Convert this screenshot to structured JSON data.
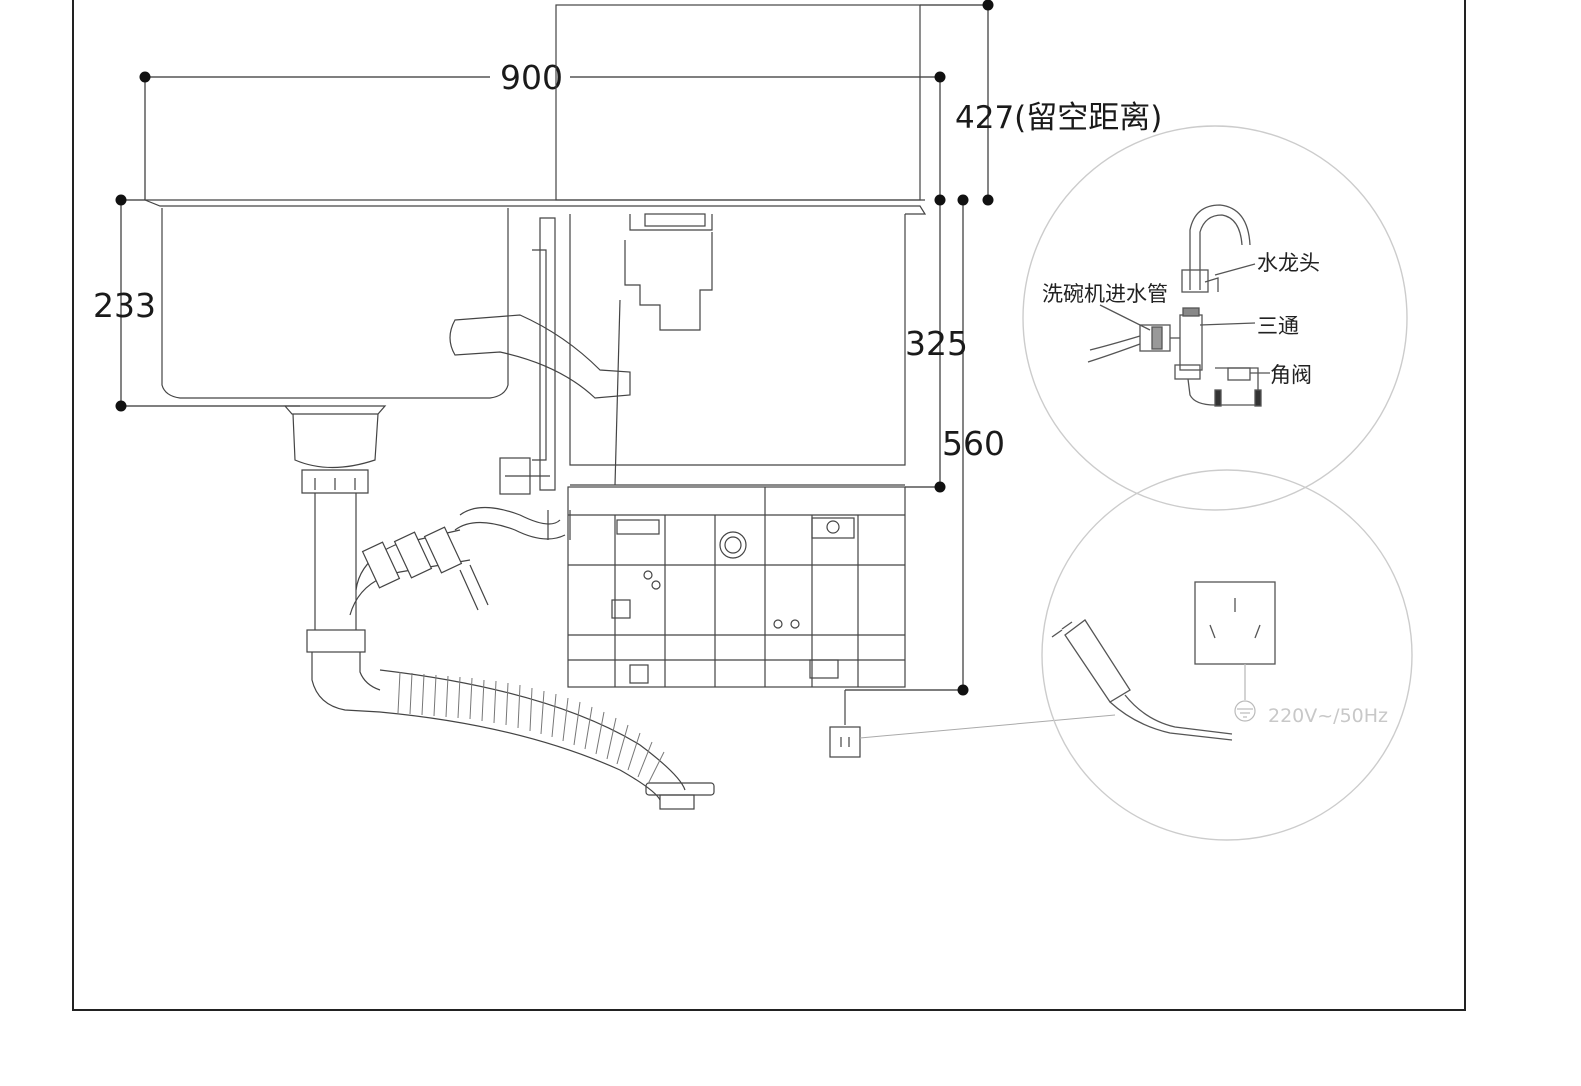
{
  "dimensions": {
    "width": "900",
    "clearance": "427(留空距离)",
    "sink_depth": "233",
    "cabinet_height": "325",
    "total_height": "560"
  },
  "water_detail": {
    "faucet": "水龙头",
    "inlet_pipe": "洗碗机进水管",
    "tee": "三通",
    "angle_valve": "角阀"
  },
  "power_detail": {
    "rating": "220V~/50Hz"
  }
}
